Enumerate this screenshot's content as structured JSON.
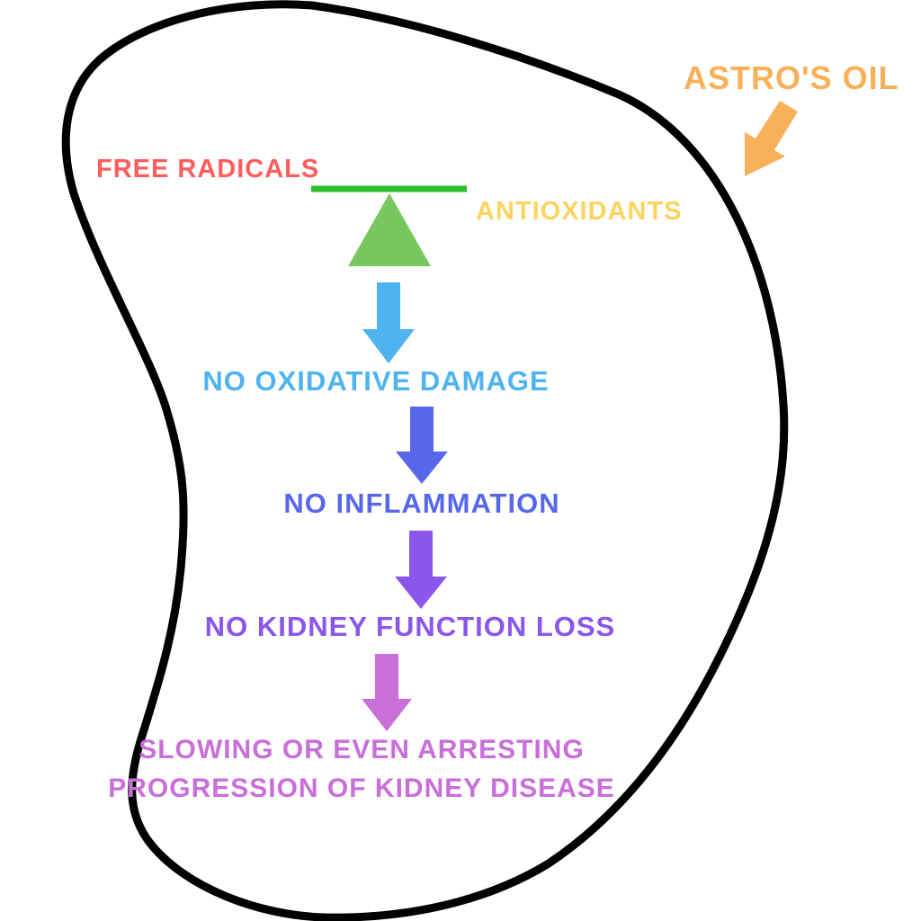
{
  "brand": {
    "label": "ASTRO'S OIL",
    "color": "#F9B159"
  },
  "balance": {
    "left_label": "FREE RADICALS",
    "left_color": "#FC5D5D",
    "right_label": "ANTIOXIDANTS",
    "right_color": "#FBD560",
    "beam_color": "#2DBE2D",
    "fulcrum_color": "#78C85F"
  },
  "flow": {
    "steps": [
      {
        "label": "NO OXIDATIVE DAMAGE",
        "color": "#4FB3F0"
      },
      {
        "label": "NO INFLAMMATION",
        "color": "#5868EC"
      },
      {
        "label": "NO KIDNEY FUNCTION LOSS",
        "color": "#8A56EC"
      }
    ],
    "outcome": {
      "line1": "SLOWING OR EVEN ARRESTING",
      "line2": "PROGRESSION OF KIDNEY DISEASE",
      "color": "#C96FD9"
    }
  },
  "outline": {
    "color": "#000000",
    "background": "#FFFFFF"
  }
}
